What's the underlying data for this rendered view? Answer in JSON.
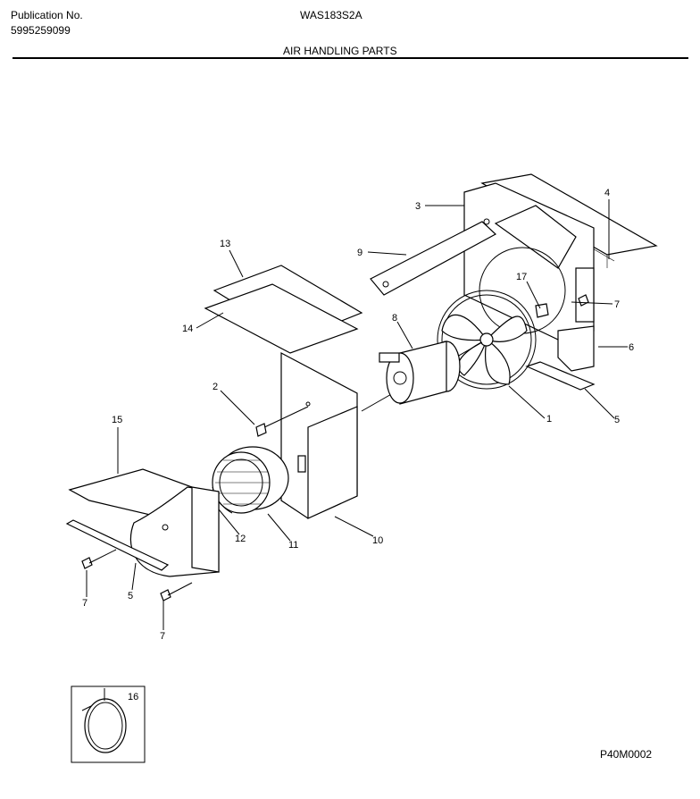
{
  "header": {
    "publication_label": "Publication No.",
    "publication_number": "5995259099",
    "model": "WAS183S2A",
    "section_title": "AIR HANDLING PARTS"
  },
  "callouts": {
    "c1": "1",
    "c2": "2",
    "c3": "3",
    "c4": "4",
    "c5a": "5",
    "c5b": "5",
    "c6": "6",
    "c7a": "7",
    "c7b": "7",
    "c7c": "7",
    "c8": "8",
    "c9": "9",
    "c10": "10",
    "c11": "11",
    "c12": "12",
    "c13": "13",
    "c14": "14",
    "c15": "15",
    "c16": "16",
    "c17": "17"
  },
  "footer": {
    "drawing_id": "P40M0002"
  }
}
